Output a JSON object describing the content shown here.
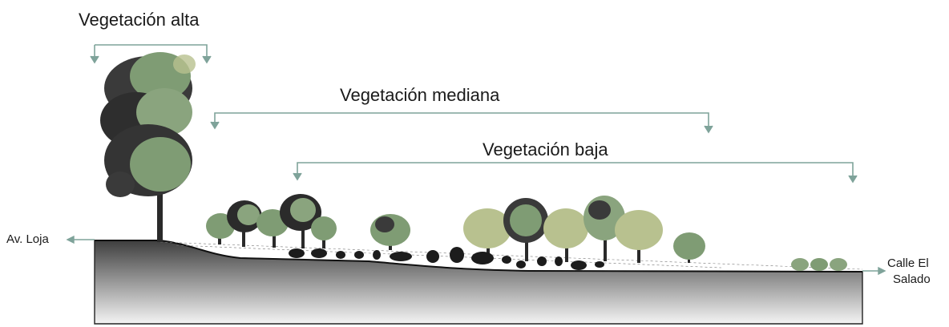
{
  "labels": {
    "vegetacion_alta": "Vegetación alta",
    "vegetacion_mediana": "Vegetación mediana",
    "vegetacion_baja": "Vegetación baja",
    "av_loja": "Av. Loja",
    "calle_el_salado_line1": "Calle El",
    "calle_el_salado_line2": "Salado"
  },
  "colors": {
    "bracket": "#7fa39a",
    "ground_top": "#3e3e3e",
    "ground_bottom": "#f2f2f2",
    "tree_dark": "#2b2b2b",
    "tree_green": "#7f9c74",
    "tree_light": "#b8c18f",
    "shrub": "#1c1c1c"
  }
}
